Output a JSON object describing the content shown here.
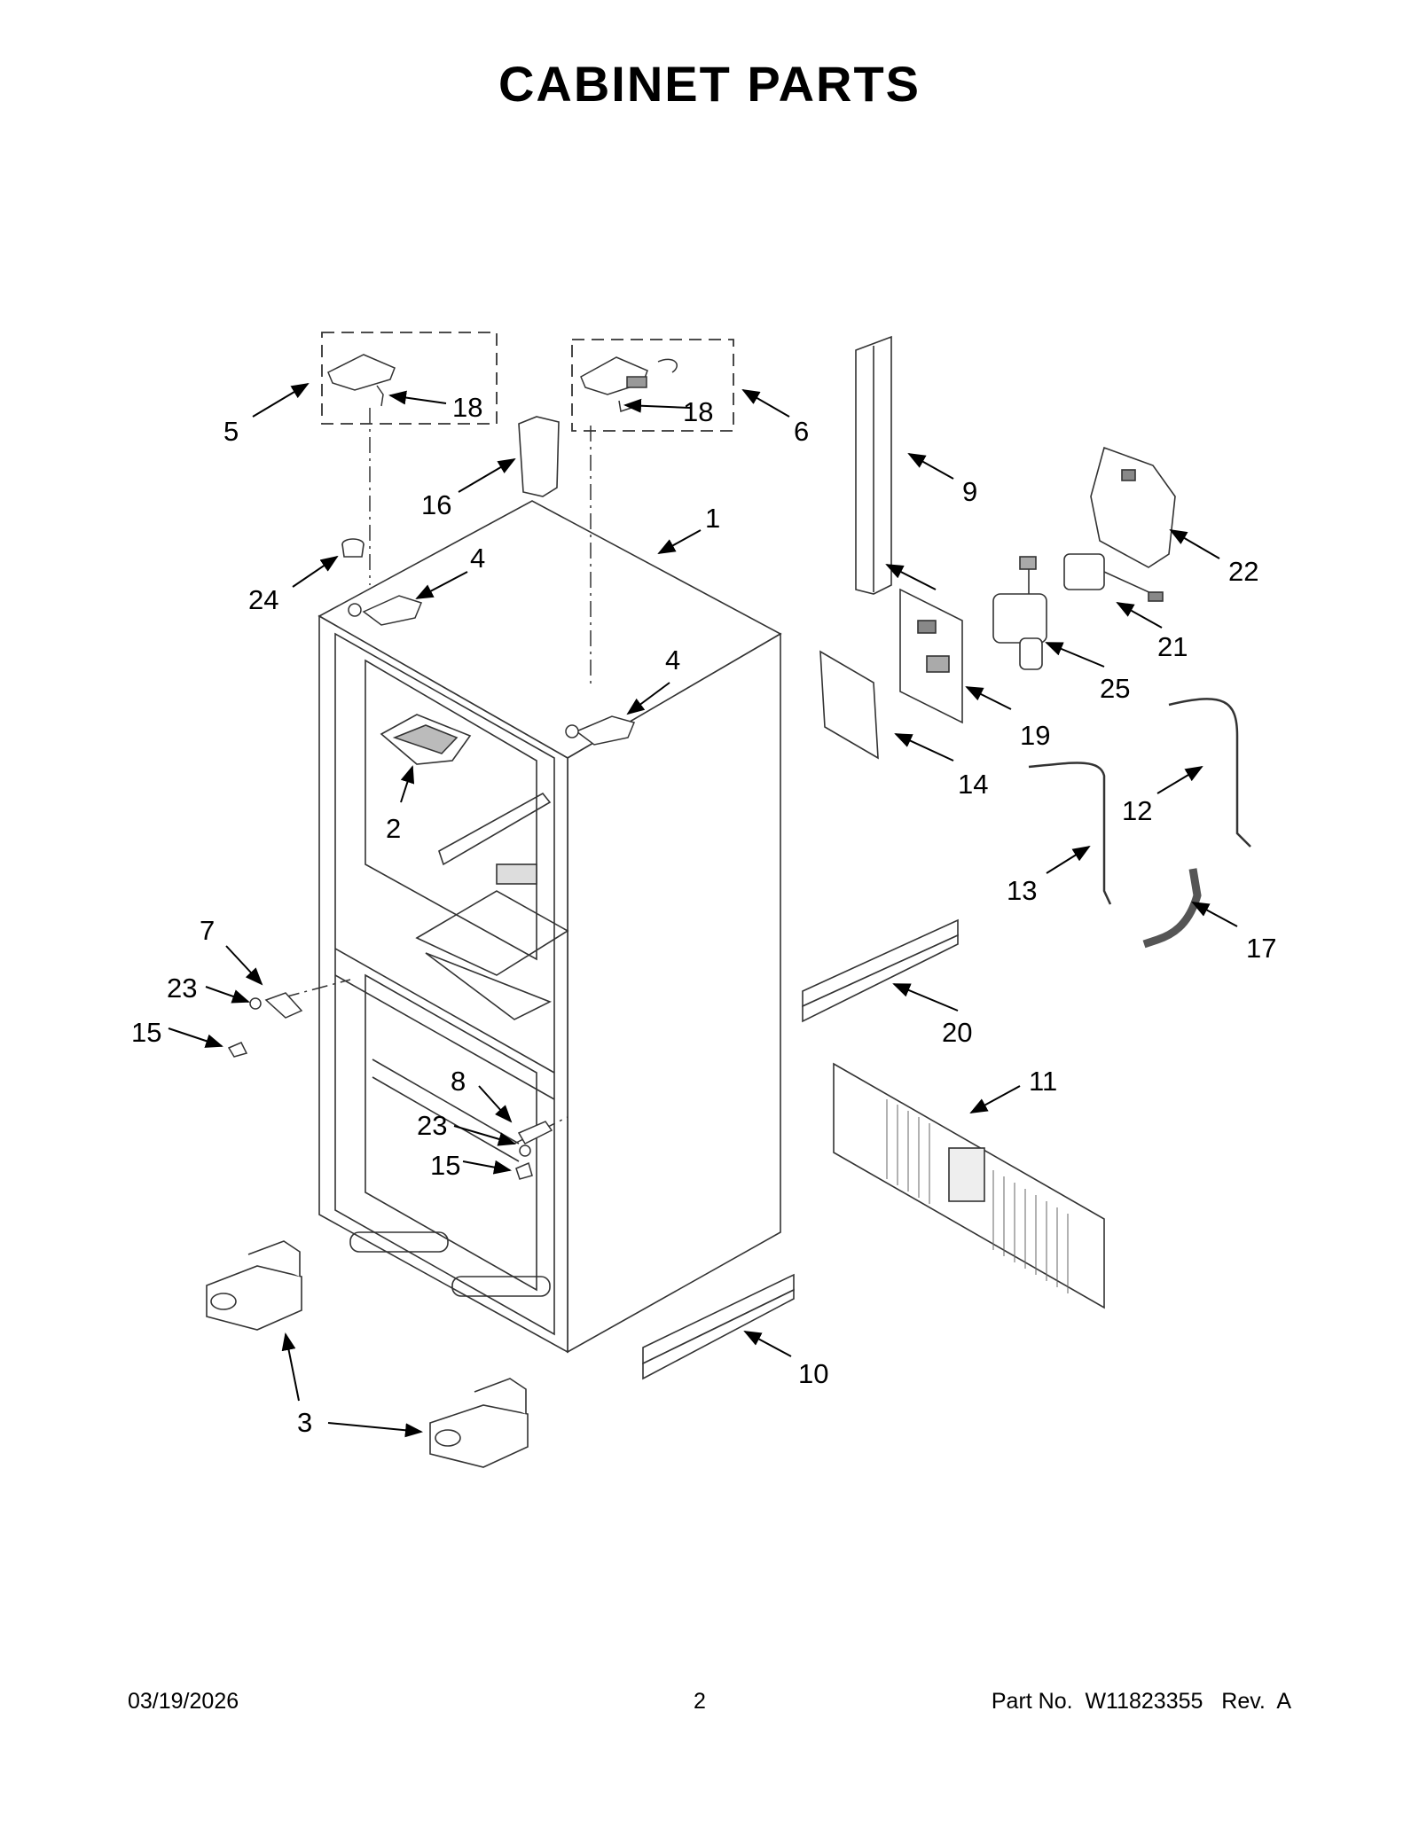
{
  "header": {
    "title": "CABINET PARTS"
  },
  "footer": {
    "date": "03/19/2026",
    "page": "2",
    "part_no": "Part No.  W11823355   Rev.  A"
  },
  "callouts": {
    "c1": "1",
    "c2": "2",
    "c3": "3",
    "c4a": "4",
    "c4b": "4",
    "c5": "5",
    "c6": "6",
    "c7": "7",
    "c8": "8",
    "c9": "9",
    "c10": "10",
    "c11": "11",
    "c12": "12",
    "c13": "13",
    "c14": "14",
    "c15a": "15",
    "c15b": "15",
    "c16": "16",
    "c17": "17",
    "c18a": "18",
    "c18b": "18",
    "c19": "19",
    "c20": "20",
    "c21": "21",
    "c22": "22",
    "c23a": "23",
    "c23b": "23",
    "c24": "24",
    "c25": "25"
  }
}
